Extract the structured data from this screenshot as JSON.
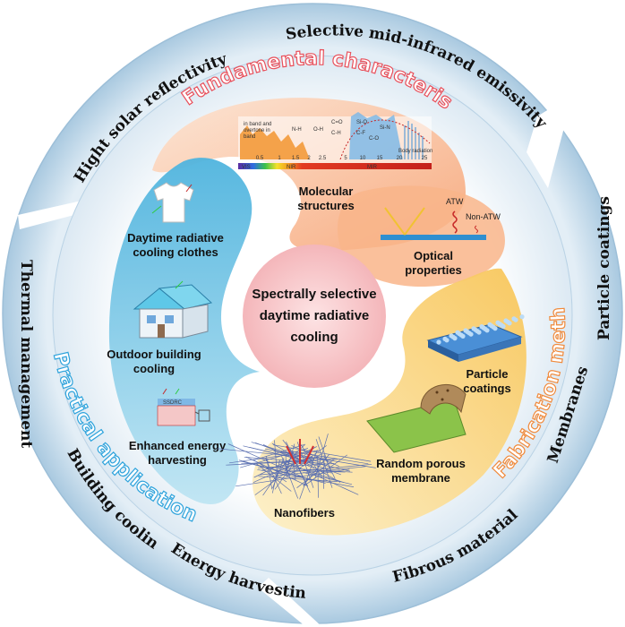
{
  "outer_ring": {
    "hight_solar_reflectivity": "Hight solar reflectivity",
    "selective_mid_ir": "Selective mid-infrared emissivity",
    "particle_coatings": "Particle coatings",
    "membranes": "Membranes",
    "fibrous_materials": "Fibrous materials",
    "energy_harvesting": "Energy harvesting",
    "building_cooling": "Building cooling",
    "thermal_management": "Thermal management"
  },
  "sections": {
    "fundamental": "Fundamental characteristics",
    "practical": "Practical applications",
    "fabrication": "Fabrication methods"
  },
  "center": {
    "line1": "Spectrally selective",
    "line2": "daytime radiative",
    "line3": "cooling"
  },
  "fundamental": {
    "molecular_l1": "Molecular",
    "molecular_l2": "structures",
    "optical_l1": "Optical",
    "optical_l2": "properties",
    "atw": "ATW",
    "non_atw": "Non-ATW",
    "axis_ticks": [
      "0.5",
      "1",
      "1.5",
      "2",
      "2.5",
      "5",
      "10",
      "15",
      "20",
      "25"
    ],
    "spectrum_vis": "VIS",
    "spectrum_nir": "NIR",
    "spectrum_mir": "MIR",
    "chart_note": "Body radiation",
    "chart_legend": "in band and\novertone in\nband",
    "bond_labels": [
      "N-H",
      "O-H",
      "C=O",
      "C-H",
      "Si-O",
      "C-F",
      "C-O",
      "Si-N"
    ]
  },
  "practical": {
    "clothes_l1": "Daytime radiative",
    "clothes_l2": "cooling clothes",
    "building_l1": "Outdoor building",
    "building_l2": "cooling",
    "energy_l1": "Enhanced energy",
    "energy_l2": "harvesting",
    "energy_sign": "SSDRC"
  },
  "fabrication": {
    "particle_l1": "Particle",
    "particle_l2": "coatings",
    "porous_l1": "Random porous",
    "porous_l2": "membrane",
    "nanofibers": "Nanofibers"
  },
  "colors": {
    "ring": "#bcd6e8",
    "ring_dark": "#8fb7d4",
    "fundamental_title": "#e8505b",
    "practical_title": "#2ea3dc",
    "fabrication_title": "#f08a3c",
    "orange_fill": "#f9b98f",
    "blue_fill": "#6ec3e3",
    "yellow_fill": "#fbd98a",
    "center_fill": "#f6c4c7"
  }
}
